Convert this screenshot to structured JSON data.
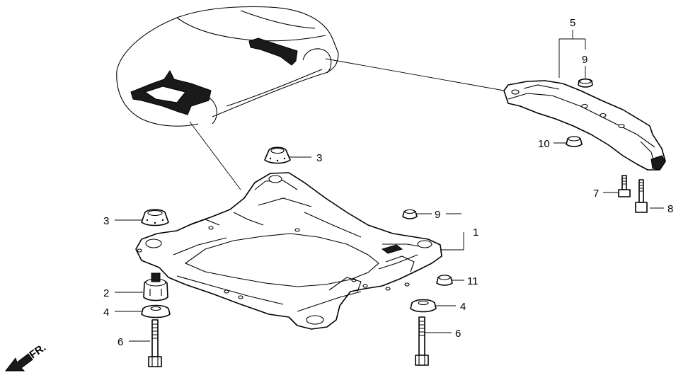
{
  "callouts": {
    "c1": "1",
    "c2": "2",
    "c3a": "3",
    "c3b": "3",
    "c4a": "4",
    "c4b": "4",
    "c5": "5",
    "c6a": "6",
    "c6b": "6",
    "c7": "7",
    "c8": "8",
    "c9a": "9",
    "c9b": "9",
    "c10": "10",
    "c11": "11"
  },
  "direction_label": "FR."
}
